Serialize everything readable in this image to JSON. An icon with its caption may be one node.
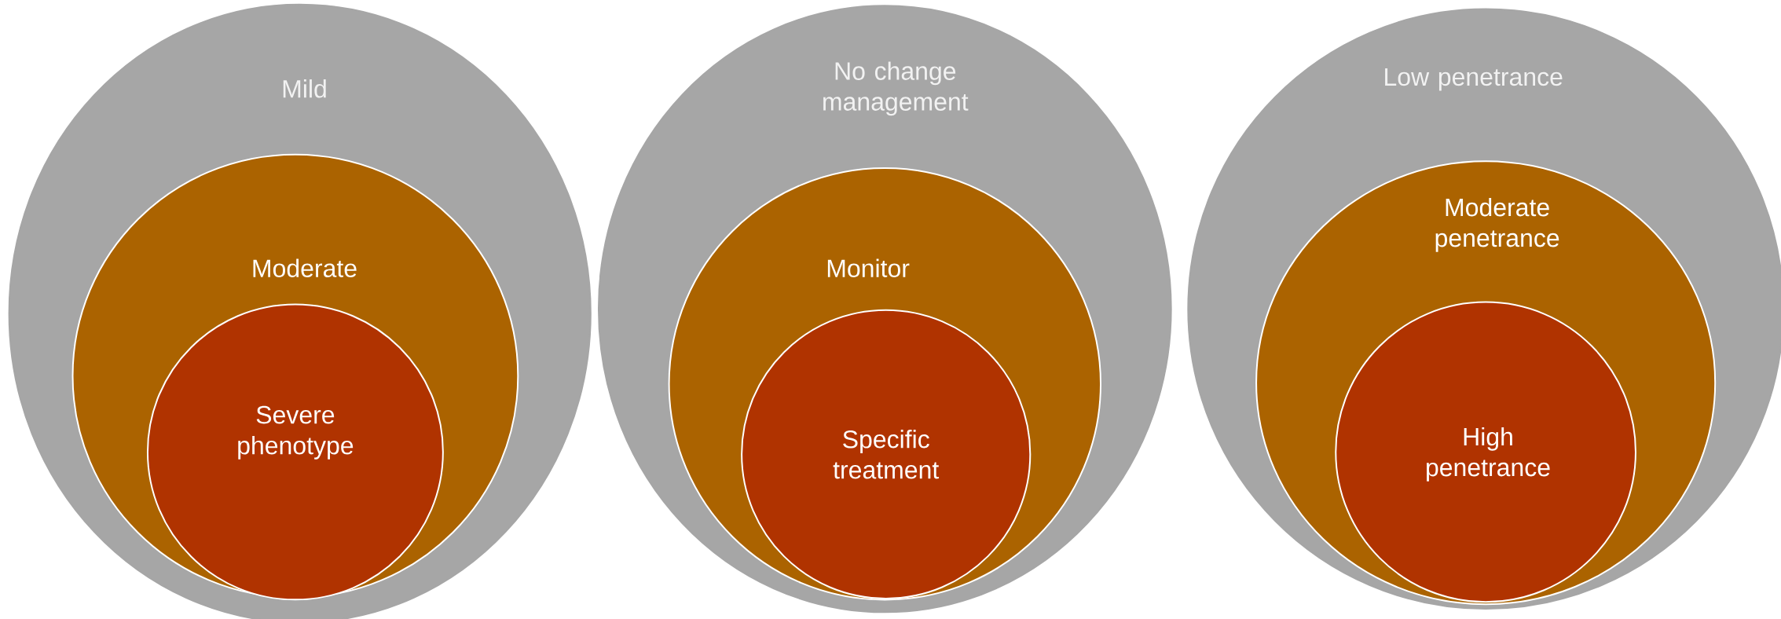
{
  "diagram": {
    "nodes": [
      {
        "text": [
          "Mild"
        ]
      },
      {
        "text": [
          "Moderate"
        ],
        "in": 0
      },
      {
        "text": [
          "Severe phenotype"
        ],
        "in": 1
      },
      {
        "text": [
          "No change management"
        ]
      },
      {
        "text": [
          "Monitor"
        ],
        "in": 3
      },
      {
        "text": [
          "Specific treatment"
        ],
        "in": 4
      },
      {
        "text": [
          "Low penetrance"
        ]
      },
      {
        "text": [
          "Moderate penetrance"
        ],
        "in": 6
      },
      {
        "text": [
          "High penetrance"
        ],
        "in": 7
      }
    ]
  }
}
